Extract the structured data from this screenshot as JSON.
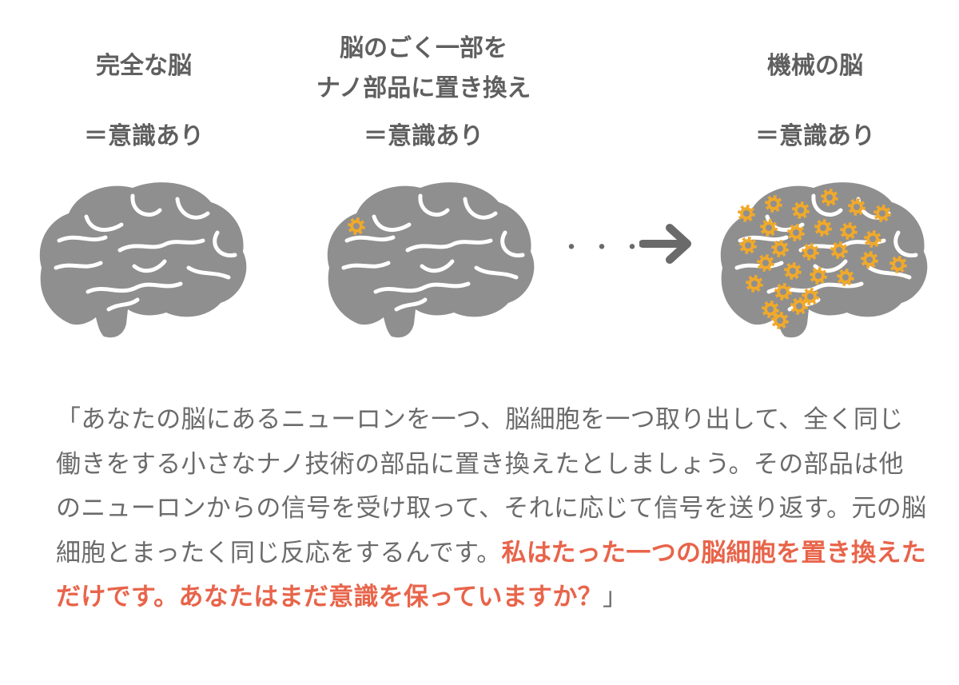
{
  "panels": [
    {
      "title_lines": [
        "完全な脳"
      ],
      "state": "＝意識あり",
      "gear_count": 0
    },
    {
      "title_lines": [
        "脳のごく一部を",
        "ナノ部品に置き換え"
      ],
      "state": "＝意識あり",
      "gear_count": 1
    },
    {
      "title_lines": [
        "機械の脳"
      ],
      "state": "＝意識あり",
      "gear_count": 27
    }
  ],
  "sequence_marker": "・・・",
  "icons": {
    "brain": "brain-icon",
    "gear": "gear-icon",
    "arrow": "arrow-right-icon"
  },
  "colors": {
    "brain": "#8f8f8f",
    "gear": "#f0a92b",
    "text": "#6b6b6b",
    "highlight": "#e8644a"
  },
  "quote": {
    "open": "「",
    "body": "あなたの脳にあるニューロンを一つ、脳細胞を一つ取り出して、全く同じ働きをする小さなナノ技術の部品に置き換えたとしましょう。その部品は他のニューロンからの信号を受け取って、それに応じて信号を送り返す。元の脳細胞とまったく同じ反応をするんです。",
    "highlight": "私はたった一つの脳細胞を置き換えただけです。あなたはまだ意識を保っていますか？",
    "close": "」"
  }
}
